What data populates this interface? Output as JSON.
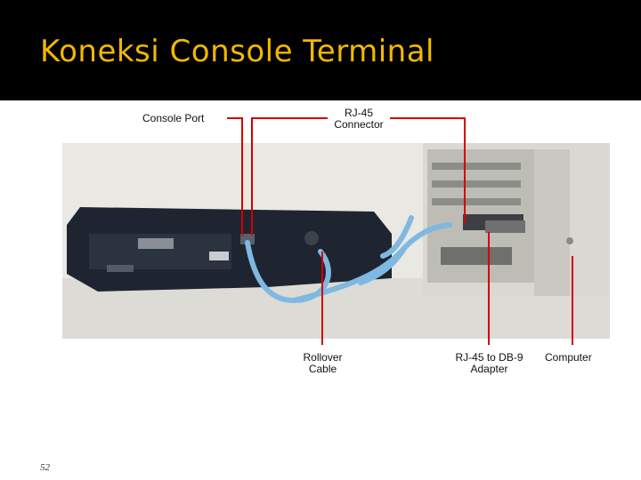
{
  "slide": {
    "title": "Koneksi Console Terminal",
    "page_number": "52"
  },
  "figure": {
    "labels": {
      "console_port": "Console Port",
      "rj45_connector_line1": "RJ-45",
      "rj45_connector_line2": "Connector",
      "rollover_cable_line1": "Rollover",
      "rollover_cable_line2": "Cable",
      "adapter_line1": "RJ-45 to DB-9",
      "adapter_line2": "Adapter",
      "computer": "Computer"
    },
    "colors": {
      "pointer_line": "#d40000",
      "cable": "#7fb8e0",
      "router_body": "#1f2530",
      "backdrop": "#e9e8e3",
      "computer_case": "#d9d8d2"
    }
  }
}
